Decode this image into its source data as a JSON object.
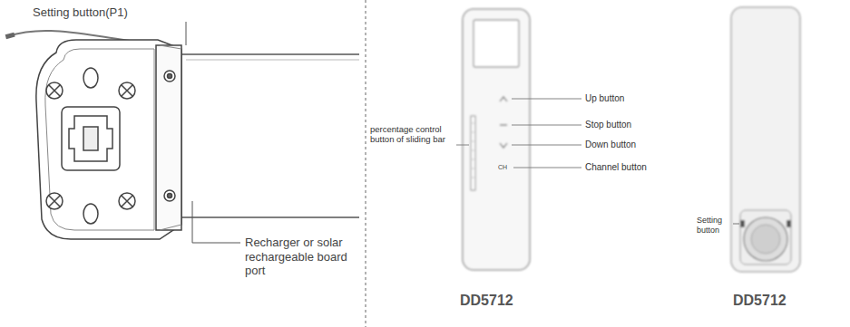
{
  "diagram": {
    "labels": [
      "Setting button(P1)",
      "Recharger or solar rechargeable board port",
      "percentage control button of sliding bar",
      "Up button",
      "Stop button",
      "Down button",
      "CH",
      "Channel button",
      "DD5712",
      "Setting button",
      "DD5712"
    ]
  }
}
